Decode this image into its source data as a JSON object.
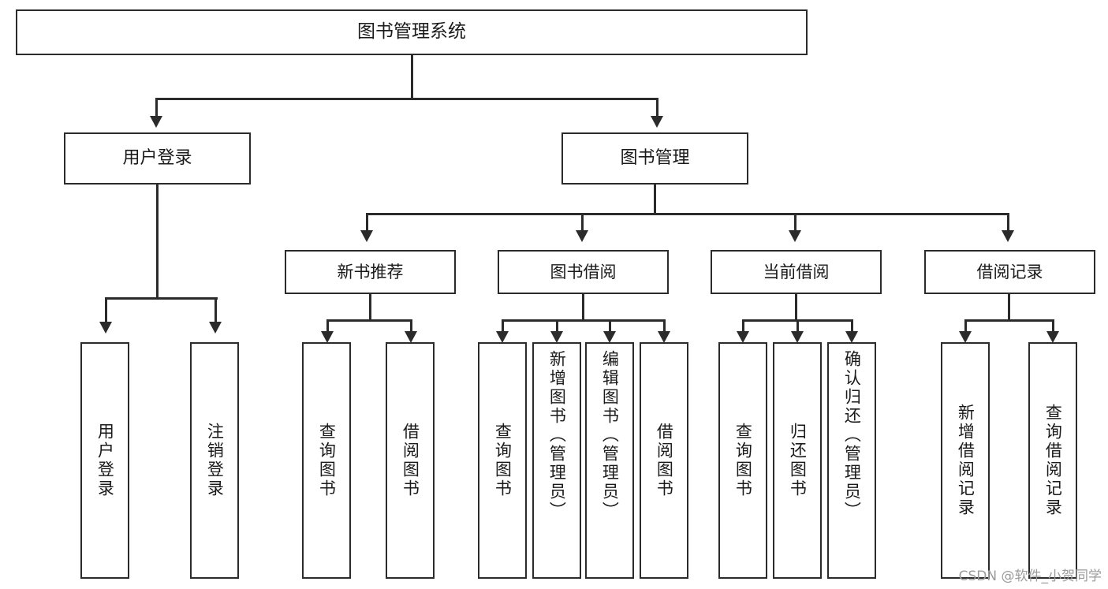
{
  "diagram": {
    "title": "图书管理系统",
    "type": "tree-structure-chart",
    "root": {
      "label": "图书管理系统",
      "id": "root"
    },
    "level2": [
      {
        "id": "user-login",
        "label": "用户登录"
      },
      {
        "id": "book-management",
        "label": "图书管理"
      }
    ],
    "level3": [
      {
        "id": "new-book-recommend",
        "label": "新书推荐",
        "parent": "book-management"
      },
      {
        "id": "book-borrow",
        "label": "图书借阅",
        "parent": "book-management"
      },
      {
        "id": "current-borrow",
        "label": "当前借阅",
        "parent": "book-management"
      },
      {
        "id": "borrow-record",
        "label": "借阅记录",
        "parent": "book-management"
      }
    ],
    "leaves": {
      "user_login": [
        {
          "id": "leaf-user-login",
          "label": "用户登录"
        },
        {
          "id": "leaf-logout-login",
          "label": "注销登录"
        }
      ],
      "new_book_recommend": [
        {
          "id": "leaf-query-book-1",
          "label": "查询图书"
        },
        {
          "id": "leaf-borrow-book-1",
          "label": "借阅图书"
        }
      ],
      "book_borrow": [
        {
          "id": "leaf-query-book-2",
          "label": "查询图书"
        },
        {
          "id": "leaf-add-book",
          "label": "新增图书（管理员）"
        },
        {
          "id": "leaf-edit-book",
          "label": "编辑图书（管理员）"
        },
        {
          "id": "leaf-borrow-book-2",
          "label": "借阅图书"
        }
      ],
      "current_borrow": [
        {
          "id": "leaf-query-book-3",
          "label": "查询图书"
        },
        {
          "id": "leaf-return-book",
          "label": "归还图书"
        },
        {
          "id": "leaf-confirm-return",
          "label": "确认归还（管理员）"
        }
      ],
      "borrow_record": [
        {
          "id": "leaf-add-record",
          "label": "新增借阅记录"
        },
        {
          "id": "leaf-query-record",
          "label": "查询借阅记录"
        }
      ]
    }
  },
  "watermark": {
    "text": "CSDN @软件_小贺同学"
  },
  "colors": {
    "stroke": "#2b2b2b",
    "background": "#ffffff",
    "text": "#1a1a1a",
    "watermark": "#9b9b9b"
  }
}
